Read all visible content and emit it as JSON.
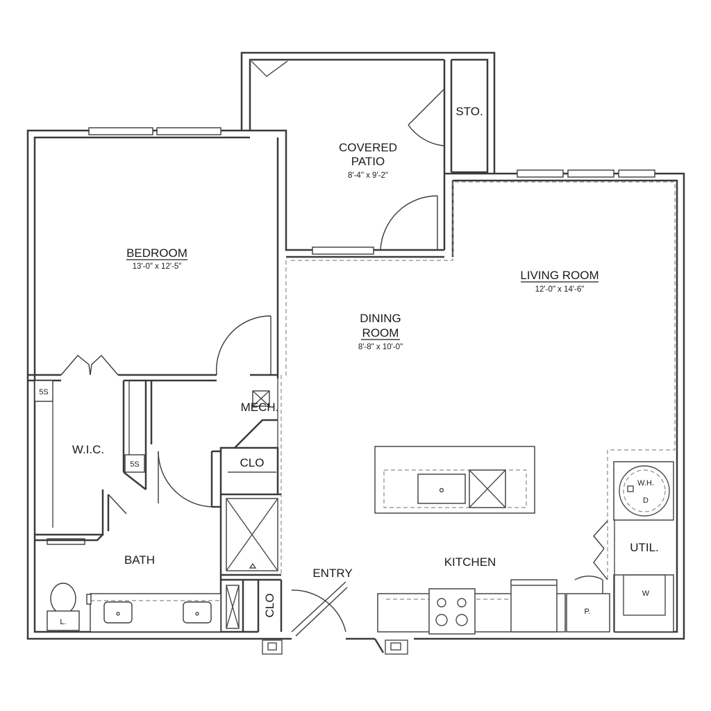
{
  "rooms": {
    "covered_patio": {
      "line1": "COVERED",
      "line2": "PATIO",
      "dim": "8'-4\" x 9'-2\""
    },
    "storage": {
      "label": "STO."
    },
    "bedroom": {
      "label": "BEDROOM",
      "dim": "13'-0\" x 12'-5\""
    },
    "living_room": {
      "label": "LIVING ROOM",
      "dim": "12'-0\" x 14'-6\""
    },
    "dining_room": {
      "line1": "DINING",
      "line2": "ROOM",
      "dim": "8'-8\" x 10'-0\""
    },
    "wic": {
      "label": "W.I.C."
    },
    "mech": {
      "label": "MECH."
    },
    "closet_hall": {
      "label": "CLO"
    },
    "closet_entry": {
      "label": "CLO"
    },
    "bath": {
      "label": "BATH"
    },
    "entry": {
      "label": "ENTRY"
    },
    "kitchen": {
      "label": "KITCHEN"
    },
    "utility": {
      "label": "UTIL."
    }
  },
  "fixtures": {
    "shelf_wic": "5S",
    "shelf_bath": "5S",
    "water_heater": "W.H.",
    "dryer": "D",
    "washer": "W",
    "pantry": "P.",
    "linen": "L."
  }
}
